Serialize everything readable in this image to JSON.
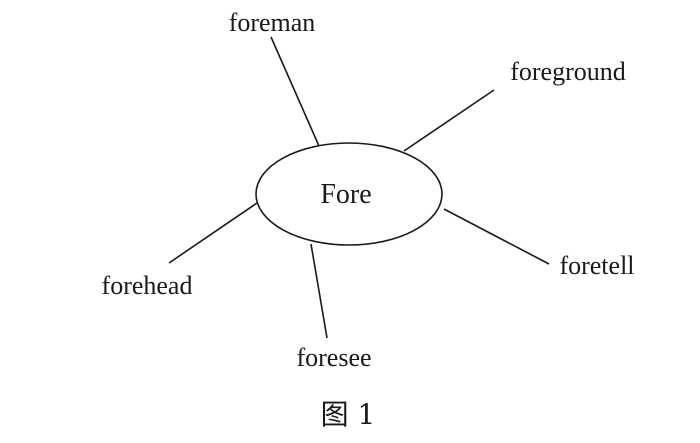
{
  "diagram": {
    "center": "Fore",
    "branches": [
      "foreman",
      "foreground",
      "foretell",
      "foresee",
      "forehead"
    ],
    "caption": "图 1"
  }
}
